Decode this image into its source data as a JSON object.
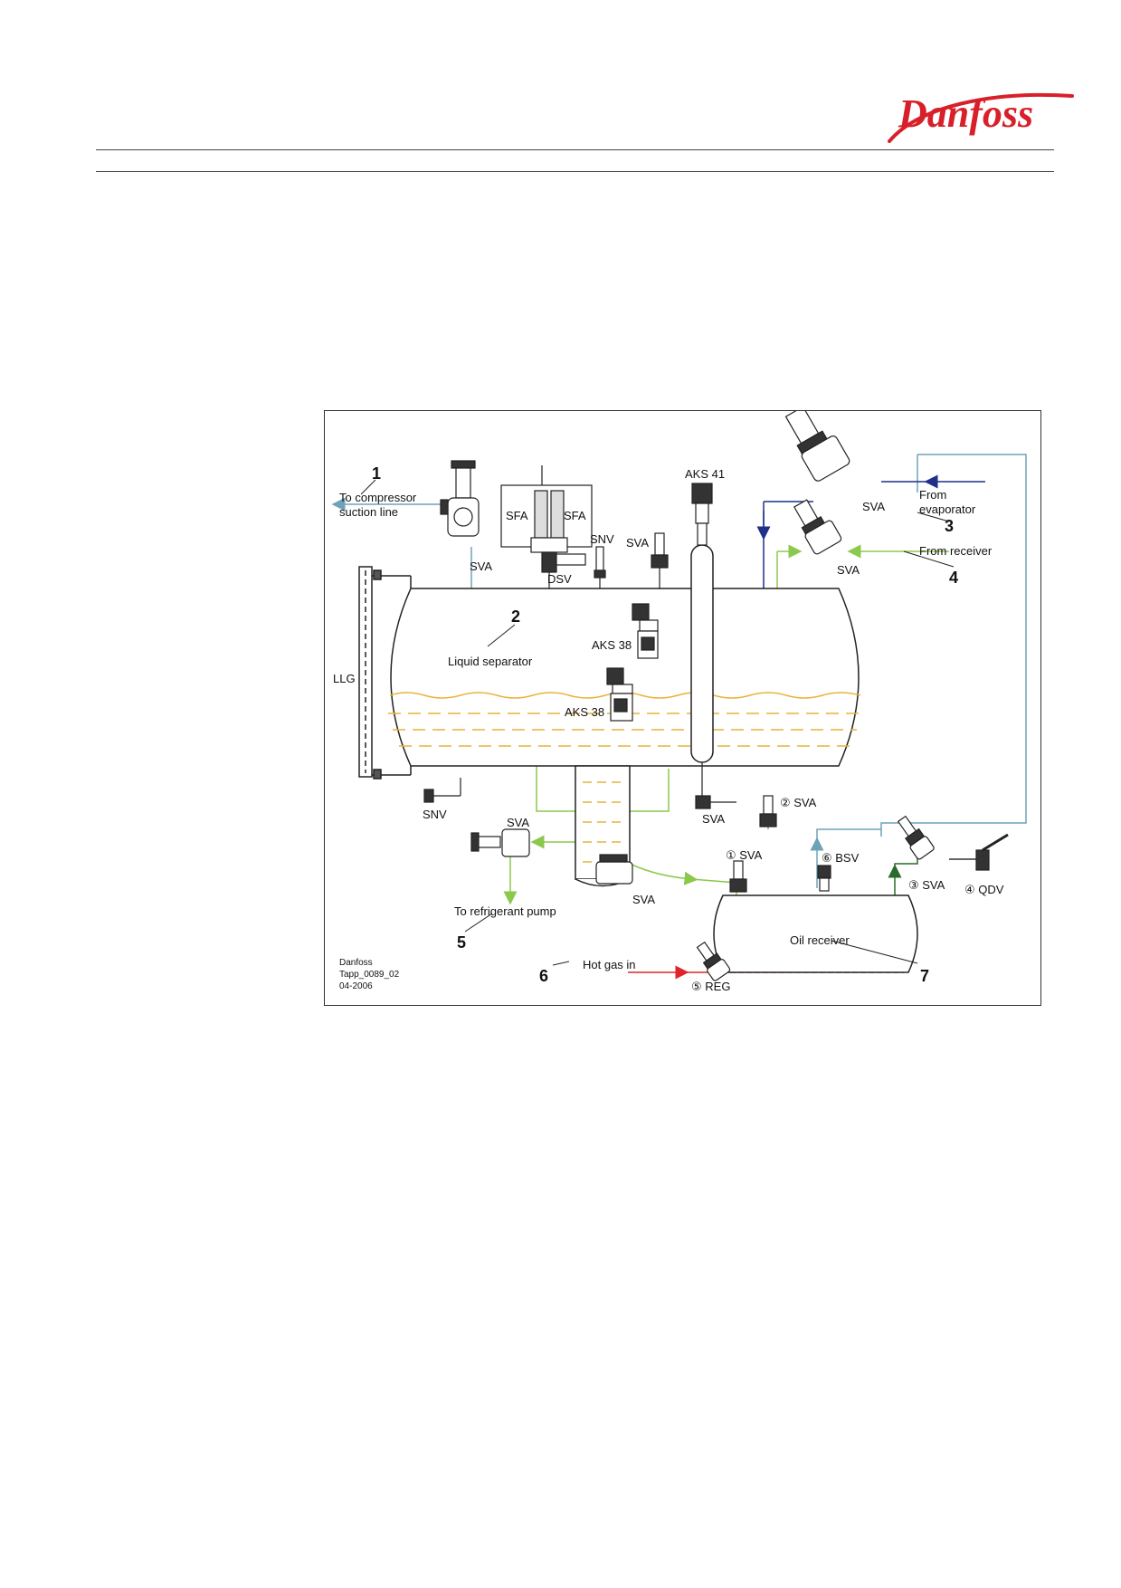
{
  "header": {
    "brand": "Danfoss"
  },
  "diagram": {
    "callouts": [
      "1",
      "2",
      "3",
      "4",
      "5",
      "6",
      "7"
    ],
    "labels": {
      "to_compressor": "To compressor",
      "suction_line": "suction line",
      "sva_top": "SVA",
      "sfa_left": "SFA",
      "sfa_right": "SFA",
      "dsv": "DSV",
      "snv_top": "SNV",
      "sva_small": "SVA",
      "aks41": "AKS 41",
      "sva_evap": "SVA",
      "from": "From",
      "evaporator": "evaporator",
      "sva_receiver": "SVA",
      "from_receiver": "From receiver",
      "llg": "LLG",
      "liquid_separator": "Liquid separator",
      "aks38_top": "AKS 38",
      "aks38_bottom": "AKS 38",
      "snv_bottom": "SNV",
      "sva_pump": "SVA",
      "to_pump": "To refrigerant pump",
      "sva_bottom": "SVA",
      "sva_drain": "SVA",
      "sva1": "① SVA",
      "sva2": "② SVA",
      "bsv6": "⑥ BSV",
      "sva3": "③ SVA",
      "qdv4": "④ QDV",
      "oil_receiver": "Oil receiver",
      "hot_gas_in": "Hot gas in",
      "reg5": "⑤ REG",
      "credit_1": "Danfoss",
      "credit_2": "Tapp_0089_02",
      "credit_3": "04-2006"
    },
    "colors": {
      "vapor": "#6fa2b8",
      "liquid": "#8cc84b",
      "liquid_level": "#e8b23a",
      "evaporator_line": "#1f2f8a",
      "hot_gas": "#e0242a",
      "oil_drain": "#2a6a2a",
      "brand_red": "#d8202a"
    }
  }
}
